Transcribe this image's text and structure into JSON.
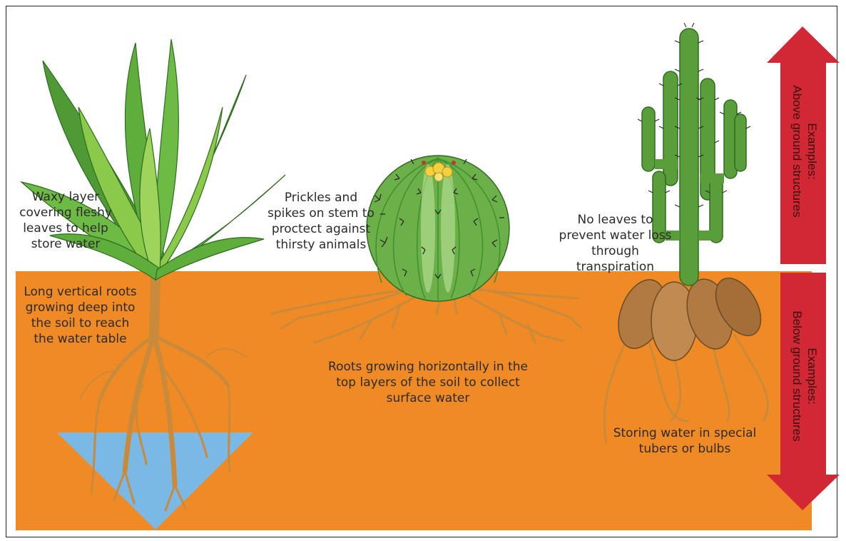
{
  "labels": {
    "aloe_leaves": "Waxy layer\ncovering fleshy\nleaves to help\nstore water",
    "aloe_roots": "Long vertical roots\ngrowing deep into\nthe soil to reach\nthe water table",
    "barrel_spikes": "Prickles and\nspikes on stem to\nproctect against\nthirsty animals",
    "barrel_roots": "Roots growing horizontally in the\ntop layers of the soil to collect\nsurface water",
    "cactus_leaves": "No leaves to\nprevent water loss\nthrough transpiration",
    "cactus_tubers": "Storing water in special\ntubers or bulbs"
  },
  "arrows": {
    "above": "Examples:\nAbove ground structures",
    "below": "Examples:\nBelow ground structures"
  },
  "colors": {
    "soil": "#f08a24",
    "water": "#7ab8e6",
    "arrow": "#d22835",
    "leaf_dark": "#3f8f2f",
    "leaf_light": "#8bc94a",
    "root": "#c98a3c",
    "tuber": "#b07a42",
    "flower": "#f4d03f"
  }
}
